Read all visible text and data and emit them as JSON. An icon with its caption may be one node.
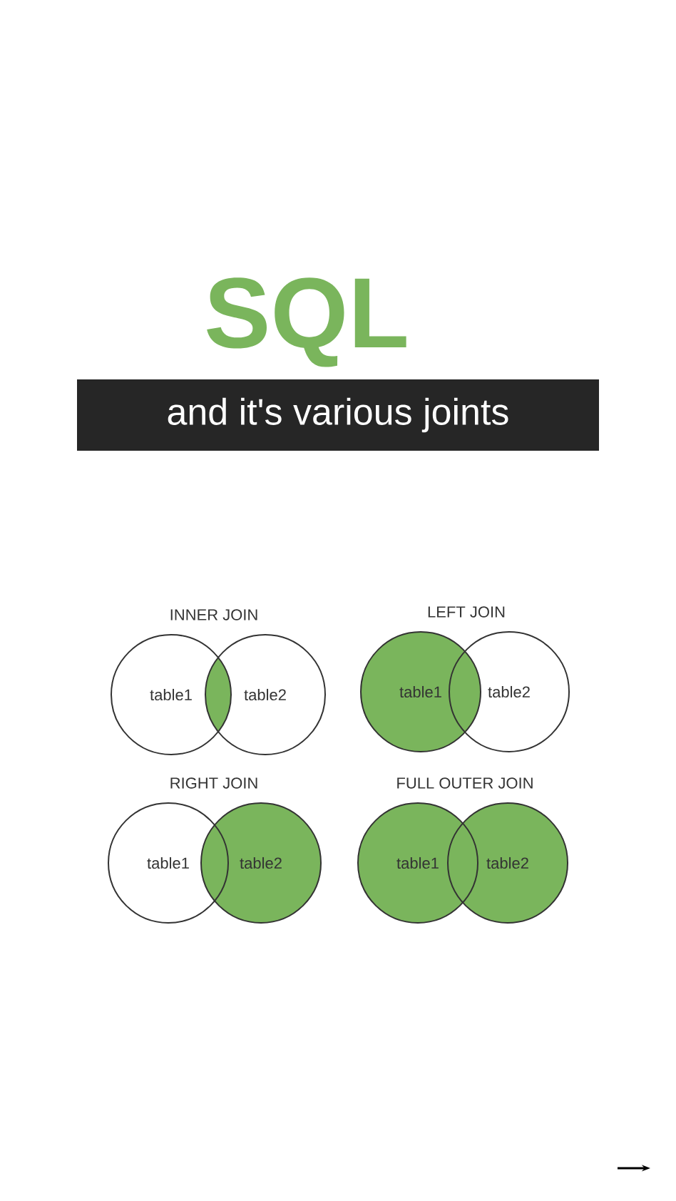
{
  "diagram": {
    "title": "SQL",
    "nodes": [
      {
        "text": [
          "table1"
        ]
      },
      {
        "text": [
          "table2"
        ]
      },
      {
        "text": [
          "table1"
        ]
      },
      {
        "text": [
          "table2"
        ]
      },
      {
        "text": [
          "table1"
        ]
      },
      {
        "text": [
          "table2"
        ]
      },
      {
        "text": [
          "table1"
        ]
      },
      {
        "text": [
          "table2"
        ]
      }
    ],
    "labels": [
      "and it's various joints",
      "INNER JOIN",
      "LEFT JOIN",
      "RIGHT JOIN",
      "FULL OUTER JOIN"
    ]
  }
}
